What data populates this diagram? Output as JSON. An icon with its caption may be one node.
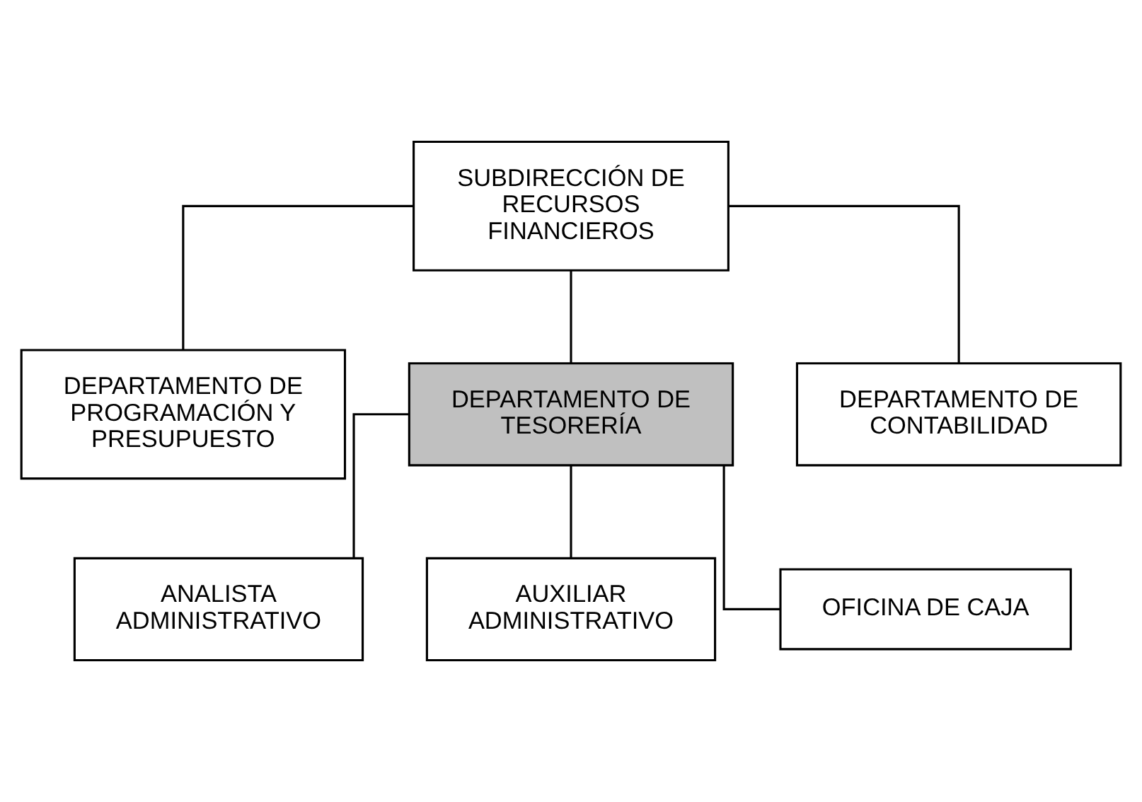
{
  "diagram": {
    "nodes": [
      {
        "text": [
          "SUBDIRECCIÓN DE RECURSOS FINANCIEROS"
        ]
      },
      {
        "text": [
          "DEPARTAMENTO DE PROGRAMACIÓN Y PRESUPUESTO"
        ]
      },
      {
        "text": [
          "DEPARTAMENTO DE TESORERÍA"
        ]
      },
      {
        "text": [
          "DEPARTAMENTO DE CONTABILIDAD"
        ]
      },
      {
        "text": [
          "ANALISTA ADMINISTRATIVO"
        ]
      },
      {
        "text": [
          "AUXILIAR ADMINISTRATIVO"
        ]
      },
      {
        "text": [
          "OFICINA DE CAJA"
        ]
      }
    ],
    "edges": [
      {
        "from": 0,
        "to": 1,
        "arrow": "none"
      },
      {
        "from": 0,
        "to": 2,
        "arrow": "none"
      },
      {
        "from": 0,
        "to": 3,
        "arrow": "none"
      },
      {
        "from": 2,
        "to": 4,
        "arrow": "none"
      },
      {
        "from": 2,
        "to": 5,
        "arrow": "none"
      },
      {
        "from": 2,
        "to": 6,
        "arrow": "none"
      }
    ]
  }
}
